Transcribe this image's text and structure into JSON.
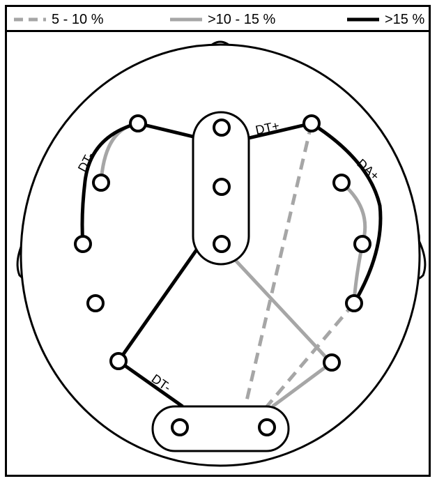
{
  "legend": {
    "items": [
      {
        "label": "5 - 10 %",
        "style": "dashed",
        "color": "#a6a6a6"
      },
      {
        "label": ">10 - 15 %",
        "style": "solid",
        "color": "#a6a6a6"
      },
      {
        "label": ">15 %",
        "style": "solid",
        "color": "#000000"
      }
    ]
  },
  "diagram": {
    "labels": {
      "dt_minus_upper": "DT-",
      "dt_plus": "DT+",
      "da_plus": "DA+",
      "dt_minus_lower": "DT-"
    },
    "colors": {
      "strong": "#000000",
      "medium": "#a6a6a6",
      "weak": "#a6a6a6",
      "outline": "#000000"
    }
  }
}
